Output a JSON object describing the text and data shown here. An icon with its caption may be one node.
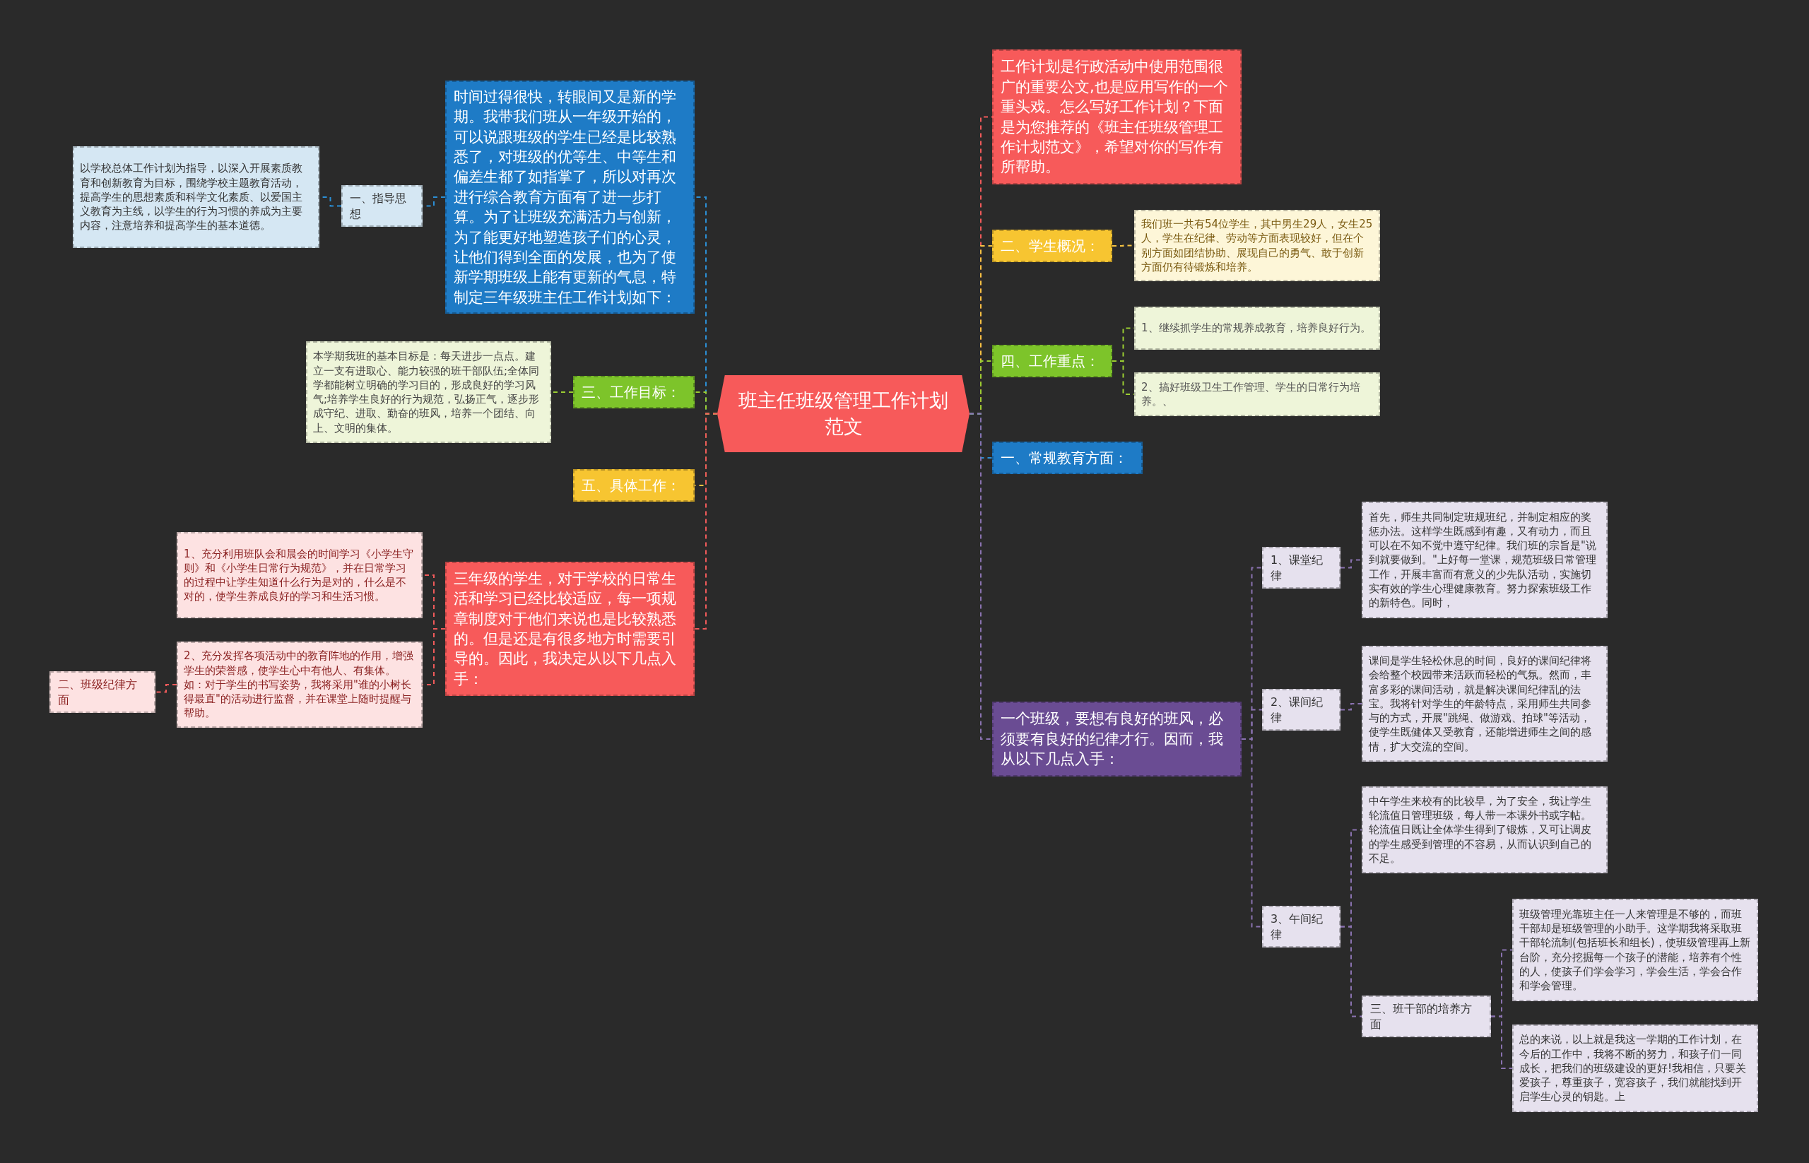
{
  "diagram": {
    "nodes": [
      {
        "text": [
          "班主任班级管理工作计划范文"
        ]
      },
      {
        "text": [
          "时间过得很快，转眼间又是新的学期。我带我们班从一年级开始的，可以说跟班级的学生已经是比较熟悉了，对班级的优等生、中等生和偏差生都了如指掌了，所以对再次进行综合教育方面有了进一步打算。为了让班级充满活力与创新，为了能更好地塑造孩子们的心灵，让他们得到全面的发展，也为了使新学期班级上能有更新的气息，特制定三年级班主任工作计划如下："
        ]
      },
      {
        "text": [
          "一、指导思想"
        ]
      },
      {
        "text": [
          "以学校总体工作计划为指导，以深入开展素质教育和创新教育为目标，围绕学校主题教育活动，提高学生的思想素质和科学文化素质、以爱国主义教育为主线，以学生的行为习惯的养成为主要内容，注意培养和提高学生的基本道德。"
        ]
      },
      {
        "text": [
          "三、工作目标："
        ]
      },
      {
        "text": [
          "本学期我班的基本目标是：每天进步一点点。建立一支有进取心、能力较强的班干部队伍;全体同学都能树立明确的学习目的，形成良好的学习风气;培养学生良好的行为规范，弘扬正气，逐步形成守纪、进取、勤奋的班风，培养一个团结、向上、文明的集体。"
        ]
      },
      {
        "text": [
          "五、具体工作："
        ]
      },
      {
        "text": [
          "三年级的学生，对于学校的日常生活和学习已经比较适应，每一项规章制度对于他们来说也是比较熟悉的。但是还是有很多地方时需要引导的。因此，我决定从以下几点入手："
        ]
      },
      {
        "text": [
          "1、充分利用班队会和晨会的时间学习《小学生守则》和《小学生日常行为规范》，并在日常学习的过程中让学生知道什么行为是对的，什么是不对的，使学生养成良好的学习和生活习惯。"
        ]
      },
      {
        "text": [
          "2、充分发挥各项活动中的教育阵地的作用，增强学生的荣誉感，使学生心中有他人、有集体。如：对于学生的书写姿势，我将采用\"谁的小树长得最直\"的活动进行监督，并在课堂上随时提醒与帮助。"
        ]
      },
      {
        "text": [
          "二、班级纪律方面"
        ]
      },
      {
        "text": [
          "工作计划是行政活动中使用范围很广的重要公文,也是应用写作的一个重头戏。怎么写好工作计划？下面是为您推荐的《班主任班级管理工作计划范文》，希望对你的写作有所帮助。"
        ]
      },
      {
        "text": [
          "二、学生概况："
        ]
      },
      {
        "text": [
          "我们班一共有54位学生，其中男生29人，女生25人，学生在纪律、劳动等方面表现较好，但在个别方面如团结协助、展现自己的勇气、敢于创新方面仍有待锻炼和培养。"
        ]
      },
      {
        "text": [
          "四、工作重点："
        ]
      },
      {
        "text": [
          "1、继续抓学生的常规养成教育，培养良好行为。"
        ]
      },
      {
        "text": [
          "2、搞好班级卫生工作管理、学生的日常行为培养。、"
        ]
      },
      {
        "text": [
          "一、常规教育方面："
        ]
      },
      {
        "text": [
          "一个班级，要想有良好的班风，必须要有良好的纪律才行。因而，我从以下几点入手："
        ]
      },
      {
        "text": [
          "1、课堂纪律"
        ]
      },
      {
        "text": [
          "首先，师生共同制定班规班纪，并制定相应的奖惩办法。这样学生既感到有趣，又有动力，而且可以在不知不觉中遵守纪律。我们班的宗旨是\"说到就要做到。\"上好每一堂课，规范班级日常管理工作，开展丰富而有意义的少先队活动，实施切实有效的学生心理健康教育。努力探索班级工作的新特色。同时，"
        ]
      },
      {
        "text": [
          "2、课间纪律"
        ]
      },
      {
        "text": [
          "课间是学生轻松休息的时间，良好的课间纪律将会给整个校园带来活跃而轻松的气氛。然而，丰富多彩的课间活动，就是解决课间纪律乱的法宝。我将针对学生的年龄特点，采用师生共同参与的方式，开展\"跳绳、做游戏、拍球\"等活动，使学生既健体又受教育，还能增进师生之间的感情，扩大交流的空间。"
        ]
      },
      {
        "text": [
          "3、午间纪律"
        ]
      },
      {
        "text": [
          "中午学生来校有的比较早，为了安全，我让学生轮流值日管理班级，每人带一本课外书或字帖。轮流值日既让全体学生得到了锻炼，又可让调皮的学生感受到管理的不容易，从而认识到自己的不足。"
        ]
      },
      {
        "text": [
          "三、班干部的培养方面"
        ]
      },
      {
        "text": [
          "班级管理光靠班主任一人来管理是不够的，而班干部却是班级管理的小助手。这学期我将采取班干部轮流制(包括班长和组长)，使班级管理再上新台阶，充分挖掘每一个孩子的潜能，培养有个性的人，使孩子们学会学习，学会生活，学会合作和学会管理。"
        ]
      },
      {
        "text": [
          "总的来说，以上就是我这一学期的工作计划，在今后的工作中，我将不断的努力，和孩子们一同成长，把我们的班级建设的更好!我相信，只要关爱孩子，尊重孩子，宽容孩子，我们就能找到开启学生心灵的钥匙。上"
        ]
      }
    ],
    "edges": [
      {
        "from": 0,
        "to": 1,
        "arrow": "none",
        "color": "#2b8fd6"
      },
      {
        "from": 1,
        "to": 2,
        "arrow": "none",
        "color": "#2b8fd6"
      },
      {
        "from": 2,
        "to": 3,
        "arrow": "none",
        "color": "#2b8fd6"
      },
      {
        "from": 0,
        "to": 4,
        "arrow": "none",
        "color": "#9acd32"
      },
      {
        "from": 4,
        "to": 5,
        "arrow": "none",
        "color": "#9acd32"
      },
      {
        "from": 0,
        "to": 6,
        "arrow": "none",
        "color": "#f5c242"
      },
      {
        "from": 0,
        "to": 7,
        "arrow": "none",
        "color": "#f05a5a"
      },
      {
        "from": 7,
        "to": 8,
        "arrow": "none",
        "color": "#f05a5a"
      },
      {
        "from": 7,
        "to": 9,
        "arrow": "none",
        "color": "#f05a5a"
      },
      {
        "from": 9,
        "to": 10,
        "arrow": "none",
        "color": "#f05a5a"
      },
      {
        "from": 0,
        "to": 11,
        "arrow": "none",
        "color": "#f05a5a"
      },
      {
        "from": 0,
        "to": 12,
        "arrow": "none",
        "color": "#f5c242"
      },
      {
        "from": 12,
        "to": 13,
        "arrow": "none",
        "color": "#f5c242"
      },
      {
        "from": 0,
        "to": 14,
        "arrow": "none",
        "color": "#9acd32"
      },
      {
        "from": 14,
        "to": 15,
        "arrow": "none",
        "color": "#9acd32"
      },
      {
        "from": 14,
        "to": 16,
        "arrow": "none",
        "color": "#9acd32"
      },
      {
        "from": 0,
        "to": 17,
        "arrow": "none",
        "color": "#2b8fd6"
      },
      {
        "from": 0,
        "to": 18,
        "arrow": "none"
      },
      {
        "from": 18,
        "to": 19,
        "arrow": "none"
      },
      {
        "from": 19,
        "to": 20,
        "arrow": "none"
      },
      {
        "from": 18,
        "to": 21,
        "arrow": "none"
      },
      {
        "from": 21,
        "to": 22,
        "arrow": "none"
      },
      {
        "from": 18,
        "to": 23,
        "arrow": "none"
      },
      {
        "from": 23,
        "to": 24,
        "arrow": "none"
      },
      {
        "from": 23,
        "to": 25,
        "arrow": "none"
      },
      {
        "from": 25,
        "to": 26,
        "arrow": "none"
      },
      {
        "from": 25,
        "to": 27,
        "arrow": "none"
      }
    ]
  }
}
